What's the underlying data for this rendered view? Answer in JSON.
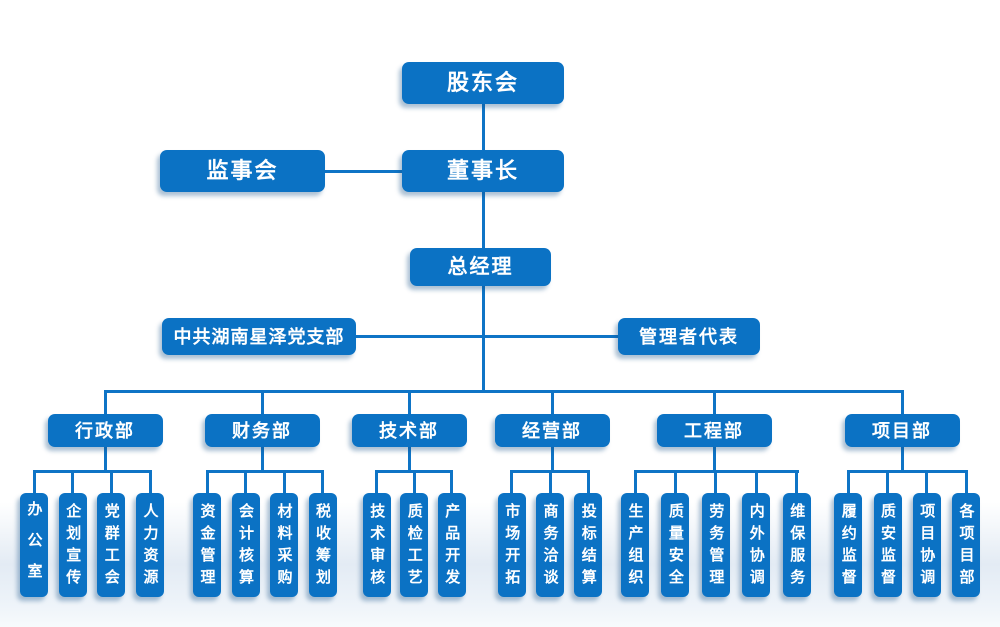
{
  "org_chart": {
    "top": {
      "shareholders": "股东会",
      "supervisory_board": "监事会",
      "chairman": "董事长",
      "general_manager": "总经理",
      "party_branch": "中共湖南星泽党支部",
      "management_representative": "管理者代表"
    },
    "departments": [
      {
        "label": "行政部",
        "children": [
          "办公室",
          "企划宣传",
          "党群工会",
          "人力资源"
        ]
      },
      {
        "label": "财务部",
        "children": [
          "资金管理",
          "会计核算",
          "材料采购",
          "税收筹划"
        ]
      },
      {
        "label": "技术部",
        "children": [
          "技术审核",
          "质检工艺",
          "产品开发"
        ]
      },
      {
        "label": "经营部",
        "children": [
          "市场开拓",
          "商务洽谈",
          "投标结算"
        ]
      },
      {
        "label": "工程部",
        "children": [
          "生产组织",
          "质量安全",
          "劳务管理",
          "内外协调",
          "维保服务"
        ]
      },
      {
        "label": "项目部",
        "children": [
          "履约监督",
          "质安监督",
          "项目协调",
          "各项目部"
        ]
      }
    ],
    "colors": {
      "box_blue": "#0b72c4",
      "line_blue": "#0e74c6",
      "text": "#ffffff",
      "bottom_band": "#e3ebf4"
    }
  }
}
